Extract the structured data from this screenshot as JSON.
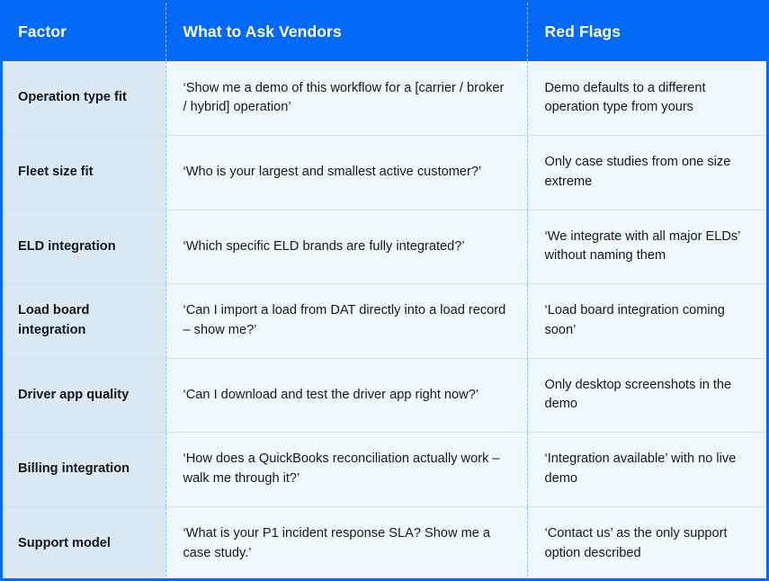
{
  "theme": {
    "accent": "#0469f6",
    "header_text": "#ffffff",
    "first_column_bg": "#d9e8f2",
    "cell_bg": "#eff8fd",
    "row_divider": "#d4dfe6",
    "column_divider": "#8fbdfa",
    "body_text": "#17191c"
  },
  "table": {
    "columns": [
      {
        "key": "factor",
        "label": "Factor"
      },
      {
        "key": "ask",
        "label": "What to Ask Vendors"
      },
      {
        "key": "red_flags",
        "label": "Red Flags"
      }
    ],
    "rows": [
      {
        "factor": "Operation type fit",
        "ask": "‘Show me a demo of this workflow for a [carrier / broker / hybrid] operation’",
        "red_flags": "Demo defaults to a different operation type from yours"
      },
      {
        "factor": "Fleet size fit",
        "ask": "‘Who is your largest and smallest active customer?’",
        "red_flags": "Only case studies from one size extreme"
      },
      {
        "factor": "ELD integration",
        "ask": "‘Which specific ELD brands are fully integrated?’",
        "red_flags": "‘We integrate with all major ELDs’ without naming them"
      },
      {
        "factor": "Load board integration",
        "ask": "‘Can I import a load from DAT directly into a load record – show me?’",
        "red_flags": "‘Load board integration coming soon’"
      },
      {
        "factor": "Driver app quality",
        "ask": "‘Can I download and test the driver app right now?’",
        "red_flags": "Only desktop screenshots in the demo"
      },
      {
        "factor": "Billing integration",
        "ask": "‘How does a QuickBooks reconciliation actually work – walk me through it?’",
        "red_flags": "‘Integration available’ with no live demo"
      },
      {
        "factor": "Support model",
        "ask": "‘What is your P1 incident response SLA? Show me a case study.’",
        "red_flags": "‘Contact us’ as the only support option described"
      }
    ]
  }
}
